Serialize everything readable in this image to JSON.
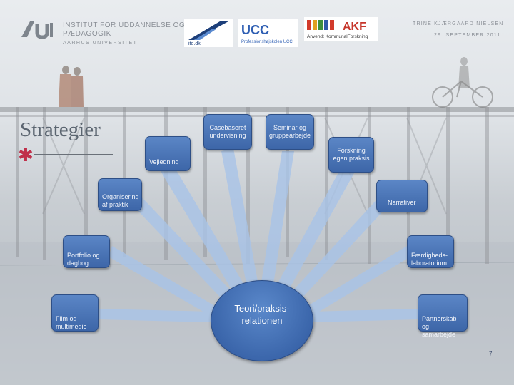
{
  "header": {
    "institution_line1": "INSTITUT FOR UDDANNELSE OG",
    "institution_line2": "PÆDAGOGIK",
    "university": "AARHUS UNIVERSITET",
    "author": "TRINE KJÆRGAARD NIELSEN",
    "date": "29. SEPTEMBER 2011",
    "partner_logos": [
      "ITE.dk",
      "UCC Professionshøjskolen UCC",
      "AKF Anvendt KommunalForskning"
    ],
    "itedk_text": "ite.dk",
    "ucc_text": "UCC",
    "ucc_subtitle": "Professionshøjskolen UCC",
    "akf_text": "AKF",
    "akf_subtitle": "Anvendt KommunalForskning"
  },
  "slide": {
    "title": "Strategier",
    "page_number": "7"
  },
  "diagram": {
    "center": "Teori/praksis-\nrelationen",
    "nodes": {
      "n1": "Vejledning",
      "n2": "Casebaseret\nundervisning",
      "n3": "Seminar og\ngruppearbejde",
      "n4": "Forskning\negen praksis",
      "n5": "Organisering\naf praktik",
      "n6": "Narrativer",
      "n7": "Portfolio og\ndagbog",
      "n8": "Færdigheds-\nlaboratorium",
      "n9": "Film og\nmultimedie",
      "n10": "Partnerskab og\nsamarbejde"
    }
  }
}
